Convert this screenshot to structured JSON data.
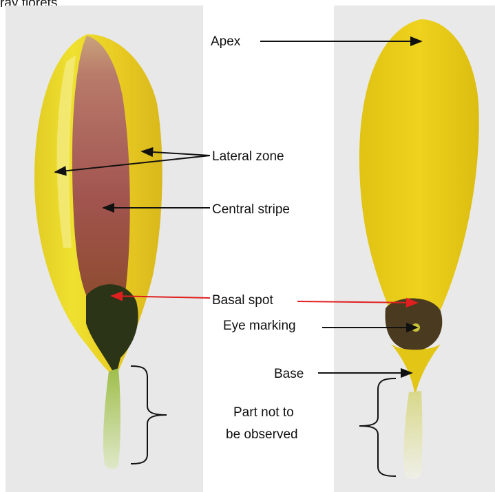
{
  "header": {
    "partial_text": "ray florets"
  },
  "labels": {
    "apex": "Apex",
    "lateral_zone": "Lateral zone",
    "central_stripe": "Central stripe",
    "basal_spot": "Basal spot",
    "eye_marking": "Eye marking",
    "base": "Base",
    "part_not_observed_line1": "Part not to",
    "part_not_observed_line2": "be observed"
  },
  "colors": {
    "photo_background": "#e6e6e6",
    "petal_yellow": "#e9d21c",
    "central_stripe": "#a7585a",
    "basal_spot": "#2a3316",
    "eye_marking": "#4b3a22",
    "stem_green": "#bfd68a",
    "arrow_black": "#111111",
    "arrow_red": "#e02020"
  }
}
